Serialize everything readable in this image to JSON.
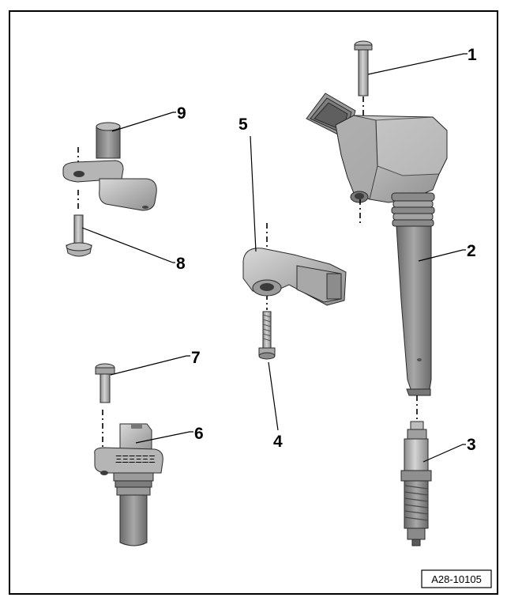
{
  "diagram": {
    "reference_code": "A28-10105",
    "callouts": [
      {
        "number": "1"
      },
      {
        "number": "2"
      },
      {
        "number": "3"
      },
      {
        "number": "4"
      },
      {
        "number": "5"
      },
      {
        "number": "6"
      },
      {
        "number": "7"
      },
      {
        "number": "8"
      },
      {
        "number": "9"
      }
    ],
    "colors": {
      "frame": "#000000",
      "part_light": "#c9c9c9",
      "part_mid": "#9e9e9e",
      "part_dark": "#6e6e6e",
      "background": "#ffffff"
    }
  }
}
